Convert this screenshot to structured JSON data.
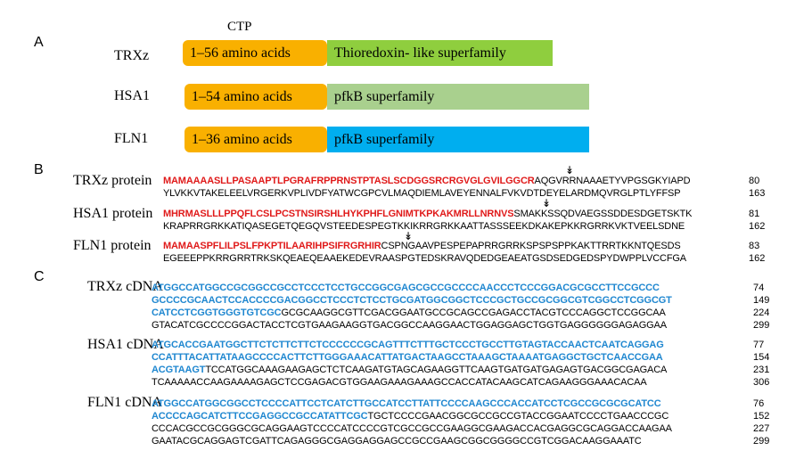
{
  "panelA": {
    "label": "A",
    "ctp_header": "CTP",
    "rows": [
      {
        "name": "TRXz",
        "ctp_text": "1–56 amino acids",
        "domain_text": "Thioredoxin- like  superfamily",
        "domain_color": "#8fce3e"
      },
      {
        "name": "HSA1",
        "ctp_text": "1–54 amino acids",
        "domain_text": "pfkB superfamily",
        "domain_color": "#a9d08e"
      },
      {
        "name": "FLN1",
        "ctp_text": "1–36 amino acids",
        "domain_text": "pfkB superfamily",
        "domain_color": "#00aeef"
      }
    ],
    "ctp_color": "#f9b000"
  },
  "panelB": {
    "label": "B",
    "proteins": [
      {
        "name": "TRXz protein",
        "line1_red": "MAMAAAASLLPASAAPTLPGRAFRPPRNSTPTASLSCDGGSRCRGVGLGVILGGCR",
        "line1_black": "AQGVRRNAAAETYVPGSGKYIAPD",
        "line1_num": "80",
        "line2": "YLVKKVTAKELEELVRGERKVPLIVDFYATWCGPCVLMAQDIEMLAVEYENNALFVKVDTDEYELARDMQVRGLPTLYFFSP",
        "line2_num": "163"
      },
      {
        "name": "HSA1 protein",
        "line1_red": "MHRMASLLLPPQFLCSLPCSTNSIRSHLHYKPHFLGNIMTKPKAKMRLLNRNVS",
        "line1_black": "SMAKKSSQDVAEGSSDDESDGETSKTK",
        "line1_num": "81",
        "line2": "KRAPRRGRKKATIQASEGETQEGQVSTEEDESPEGTKKIKRRGRKKAATTASSSEEKDKAKEPKKRGRRKVKTVEELSDNE",
        "line2_num": "162"
      },
      {
        "name": "FLN1 protein",
        "line1_red": "MAMAASPFLILPSLFPKPTILAARIHPSIFRGRHIR",
        "line1_black": "CSPNGAAVPESPEPAPRRGRRKSPSPSPPKAKTTRRTKKNTQESDS",
        "line1_num": "83",
        "line2": "EGEEEPPKRRGRRTRKSKQEAEQEAAEKEDEVRAASPGTEDSKRAVQDEDGEAEATGSDSEDGEDSPYDWPPLVCCFGA",
        "line2_num": "162"
      }
    ]
  },
  "panelC": {
    "label": "C",
    "cdnas": [
      {
        "name": "TRXz cDNA",
        "lines": [
          {
            "blue": "ATGGCCATGGCCGCGGCCGCCTCCCTCCTGCCGGCGAGCGCCGCCCCAACCCTCCCGGACGCGCCTTCCGCCC",
            "black": "",
            "num": "74"
          },
          {
            "blue": "GCCCCGCAACTCCACCCCGACGGCCTCCCTCTCCTGCGATGGCGGCTCCCGCTGCCGCGGCGTCGGCCTCGGCGT",
            "black": "",
            "num": "149"
          },
          {
            "blue": "CATCCTCGGTGGGTGTCGC",
            "black": "GCGCAAGGCGTTCGACGGAATGCCGCAGCCGAGACCTACGTCCCAGGCTCCGGCAA",
            "num": "224"
          },
          {
            "blue": "",
            "black": "GTACATCGCCCCGGACTACCTCGTGAAGAAGGTGACGGCCAAGGAACTGGAGGAGCTGGTGAGGGGGGAGAGGAA",
            "num": "299"
          }
        ]
      },
      {
        "name": "HSA1 cDNA",
        "lines": [
          {
            "blue": "ATGCACCGAATGGCTTCTCTTCTTCTCCCCCCGCAGTTTCTTTGCTCCCTGCCTTGTAGTACCAACTCAATCAGGAG",
            "black": "",
            "num": "77"
          },
          {
            "blue": "CCATTTACATTATAAGCCCCACTTCTTGGGAAACATTATGACTAAGCCTAAAGCTAAAATGAGGCTGCTCAACCGAA",
            "black": "",
            "num": "154"
          },
          {
            "blue": "ACGTAAGT",
            "black": "TCCATGGCAAAGAAGAGCTCTCAAGATGTAGCAGAAGGTTCAAGTGATGATGAGAGTGACGGCGAGACA",
            "num": "231"
          },
          {
            "blue": "",
            "black": "TCAAAAACCAAGAAAAGAGCTCCGAGACGTGGAAGAAAGAAAGCCACCATACAAGCATCAGAAGGGAAACACAA",
            "num": "306"
          }
        ]
      },
      {
        "name": "FLN1 cDNA",
        "lines": [
          {
            "blue": "ATGGCCATGGCGGCCTCCCCATTCCTCATCTTGCCATCCTTATTCCCCAAGCCCACCATCCTCGCCGCGCGCATCC",
            "black": "",
            "num": "76"
          },
          {
            "blue": "ACCCCAGCATCTTCCGAGGCCGCCATATTCGC",
            "black": "TGCTCCCCGAACGGCGCCGCCGTACCGGAATCCCCTGAACCCGC",
            "num": "152"
          },
          {
            "blue": "",
            "black": "CCCACGCCGCGGGCGCAGGAAGTCCCCATCCCCGTCGCCGCCGAAGGCGAAGACCACGAGGCGCAGGACCAAGAA",
            "num": "227"
          },
          {
            "blue": "",
            "black": "GAATACGCAGGAGTCGATTCAGAGGGCGAGGAGGAGCCGCCGAAGCGGCGGGGCCGTCGGACAAGGAAATC",
            "num": "299"
          }
        ]
      }
    ]
  }
}
